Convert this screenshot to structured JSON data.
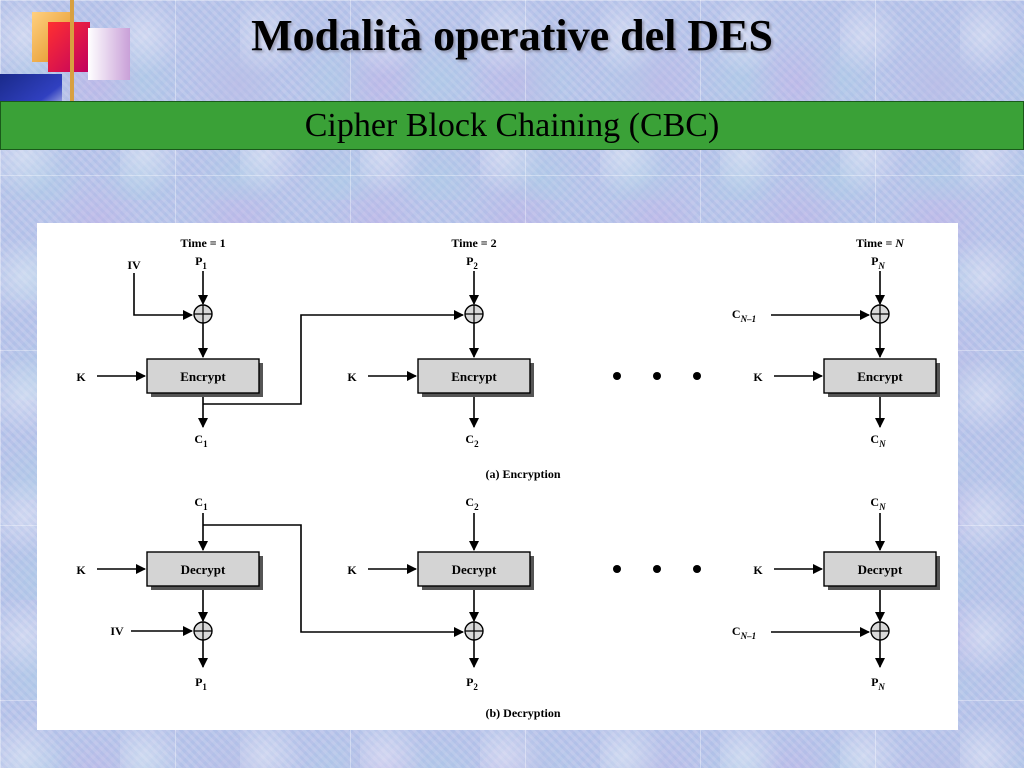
{
  "slide": {
    "title": "Modalità operative del DES",
    "subtitle": "Cipher Block Chaining (CBC)"
  },
  "colors": {
    "subtitle_bar": "#3aa137",
    "box_fill": "#d4d4d4",
    "box_shadow": "#555555"
  },
  "diagram": {
    "encryption": {
      "time_labels": [
        "Time = 1",
        "Time = 2",
        "Time = N"
      ],
      "iv": "IV",
      "key": "K",
      "box_label": "Encrypt",
      "caption": "(a) Encryption"
    },
    "decryption": {
      "iv": "IV",
      "key": "K",
      "box_label": "Decrypt",
      "caption": "(b) Decryption"
    },
    "symbols": {
      "P": "P",
      "C": "C",
      "sub_1": "1",
      "sub_2": "2",
      "sub_N": "N",
      "sub_N_minus_1": "N–1"
    }
  }
}
